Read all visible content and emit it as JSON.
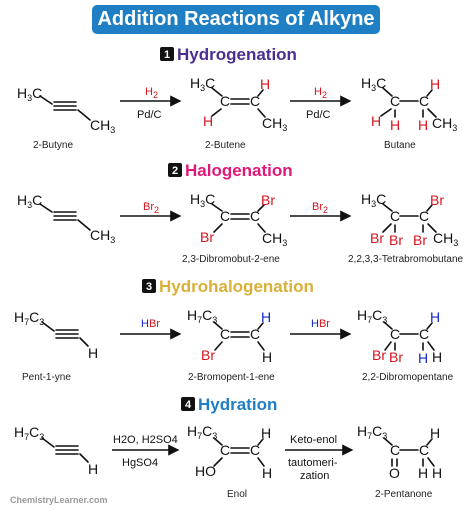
{
  "title": "Addition Reactions of Alkyne",
  "colors": {
    "banner": "#1f7fc4",
    "hydrogenation": "#4a2f8f",
    "halogenation": "#e0187a",
    "hydrohalogenation": "#d9b03a",
    "hydration": "#1f7fc4",
    "red": "#d6141e",
    "blue": "#1428c8"
  },
  "sections": {
    "hydrogenation": {
      "number": "1",
      "heading": "Hydrogenation",
      "reagent1_top": "H",
      "reagent1_top_sub": "2",
      "reagent1_bottom": "Pd/C",
      "reagent2_top": "H",
      "reagent2_top_sub": "2",
      "reagent2_bottom": "Pd/C",
      "reactant": "2-Butyne",
      "intermediate": "2-Butene",
      "product": "Butane"
    },
    "halogenation": {
      "number": "2",
      "heading": "Halogenation",
      "reagent1": "Br",
      "reagent1_sub": "2",
      "reagent2": "Br",
      "reagent2_sub": "2",
      "intermediate": "2,3-Dibromobut-2-ene",
      "product": "2,2,3,3-Tetrabromobutane"
    },
    "hydrohalogenation": {
      "number": "3",
      "heading": "Hydrohalogenation",
      "reagent1_H": "H",
      "reagent1_Br": "Br",
      "reagent2_H": "H",
      "reagent2_Br": "Br",
      "reactant": "Pent-1-yne",
      "intermediate": "2-Bromopent-1-ene",
      "product": "2,2-Dibromopentane"
    },
    "hydration": {
      "number": "4",
      "heading": "Hydration",
      "reagent1_line1": "H2O, H2SO4",
      "reagent1_line2": "HgSO4",
      "reagent2_line1": "Keto-enol",
      "reagent2_line2": "tautomeri-",
      "reagent2_line3": "zation",
      "intermediate": "Enol",
      "product": "2-Pentanone"
    }
  },
  "atoms": {
    "H": "H",
    "C": "C",
    "Br": "Br",
    "O": "O",
    "HO": "HO",
    "H3C_H": "H",
    "H3C_sub": "3",
    "H3C_C": "C",
    "CH3_C": "CH",
    "CH3_sub": "3",
    "H7C3_H": "H",
    "H7C3_sub7": "7",
    "H7C3_C": "C",
    "H7C3_sub3": "3"
  },
  "watermark": "ChemistryLearner.com"
}
